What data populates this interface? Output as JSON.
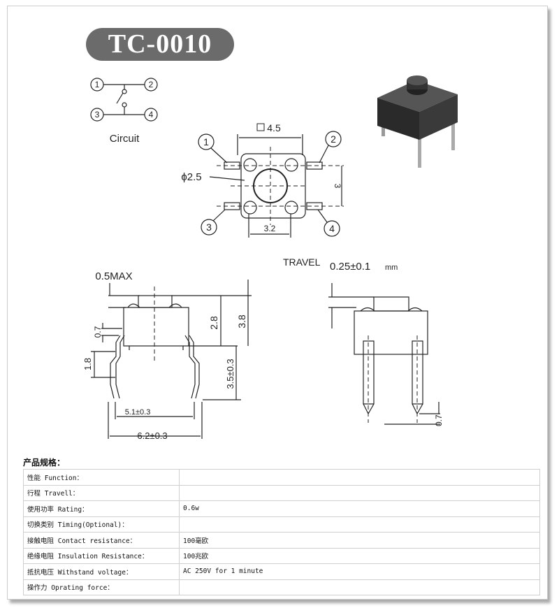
{
  "title": "TC-0010",
  "circuit": {
    "label": "Circuit",
    "pins": [
      "1",
      "2",
      "3",
      "4"
    ]
  },
  "top_view": {
    "square": "4.5",
    "diameter": "ϕ2.5",
    "pitch_v": "3",
    "pitch_h": "3.2",
    "pins": [
      "1",
      "2",
      "3",
      "4"
    ]
  },
  "side_view": {
    "max": "0.5MAX",
    "d07": "0.7",
    "d18": "1.8",
    "d28": "2.8",
    "d38": "3.8",
    "d35": "3.5±0.3",
    "d51": "5.1±0.3",
    "d62": "6.2±0.3"
  },
  "front_view": {
    "travel_label": "TRAVEL",
    "travel_value": "0.25±0.1",
    "travel_unit": "mm",
    "d07": "0.7"
  },
  "spec": {
    "heading": "产品规格：",
    "rows": [
      {
        "label": "性能 Function：",
        "value": ""
      },
      {
        "label": "行程 Travell：",
        "value": ""
      },
      {
        "label": "使用功率 Rating：",
        "value": "0.6w"
      },
      {
        "label": "切换类别 Timing(Optional)：",
        "value": ""
      },
      {
        "label": "接触电阻 Contact resistance：",
        "value": "100毫欧"
      },
      {
        "label": "绝缘电阻 Insulation Resistance：",
        "value": "100兆欧"
      },
      {
        "label": "抵抗电压 Withstand voltage：",
        "value": "AC 250V for 1 minute"
      },
      {
        "label": "操作力 Oprating force：",
        "value": ""
      }
    ]
  }
}
